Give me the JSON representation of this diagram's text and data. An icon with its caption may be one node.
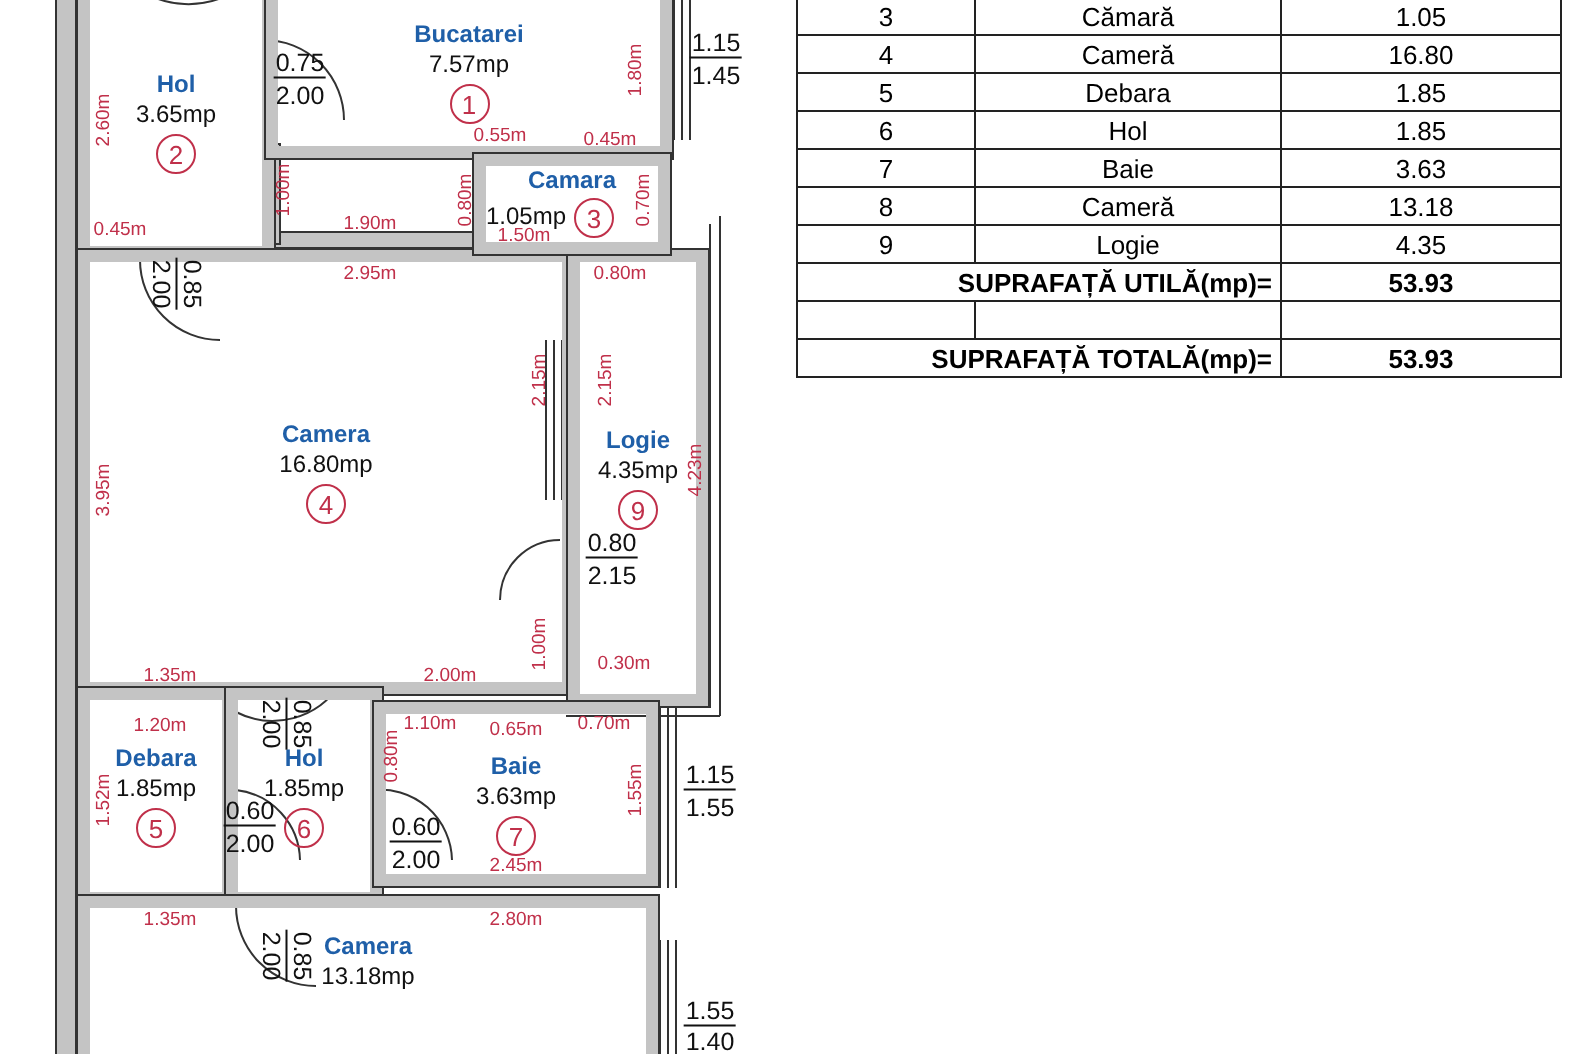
{
  "diagram": {
    "nodes": [
      {
        "text": [
          "Hol",
          "3.65mp",
          "2"
        ]
      },
      {
        "text": [
          "Bucatarei",
          "7.57mp",
          "1"
        ]
      },
      {
        "text": [
          "Camara",
          "1.05mp",
          "3"
        ]
      },
      {
        "text": [
          "Camera",
          "16.80mp",
          "4"
        ]
      },
      {
        "text": [
          "Logie",
          "4.35mp",
          "9"
        ]
      },
      {
        "text": [
          "Debara",
          "1.85mp",
          "5"
        ]
      },
      {
        "text": [
          "Hol",
          "1.85mp",
          "6"
        ]
      },
      {
        "text": [
          "Baie",
          "3.63mp",
          "7"
        ]
      },
      {
        "text": [
          "Camera",
          "13.18mp"
        ]
      }
    ],
    "labels": [
      "0.75",
      "2.00",
      "1.80m",
      "1.15",
      "1.45",
      "2.60m",
      "1.00m",
      "0.55m",
      "0.45m",
      "0.80m",
      "0.70m",
      "1.90m",
      "1.50m",
      "0.45m",
      "2.00",
      "0.85",
      "2.95m",
      "0.80m",
      "2.15m",
      "2.15m",
      "3.95m",
      "4.23m",
      "0.80",
      "2.15",
      "1.00m",
      "1.35m",
      "2.00m",
      "0.30m",
      "2.00",
      "0.85",
      "1.20m",
      "1.10m",
      "0.80m",
      "0.70m",
      "0.65m",
      "1.52m",
      "0.60",
      "2.00",
      "0.60",
      "2.00",
      "1.55m",
      "1.15",
      "1.55",
      "2.45m",
      "1.35m",
      "2.80m",
      "2.00",
      "0.85",
      "1.55",
      "1.40",
      "3",
      "Cămară",
      "1.05",
      "4",
      "Cameră",
      "16.80",
      "5",
      "Debara",
      "1.85",
      "6",
      "Hol",
      "1.85",
      "7",
      "Baie",
      "3.63",
      "8",
      "Cameră",
      "13.18",
      "9",
      "Logie",
      "4.35",
      "SUPRAFAȚĂ UTILĂ(mp)=",
      "53.93",
      "SUPRAFAȚĂ TOTALĂ(mp)=",
      "53.93"
    ]
  }
}
